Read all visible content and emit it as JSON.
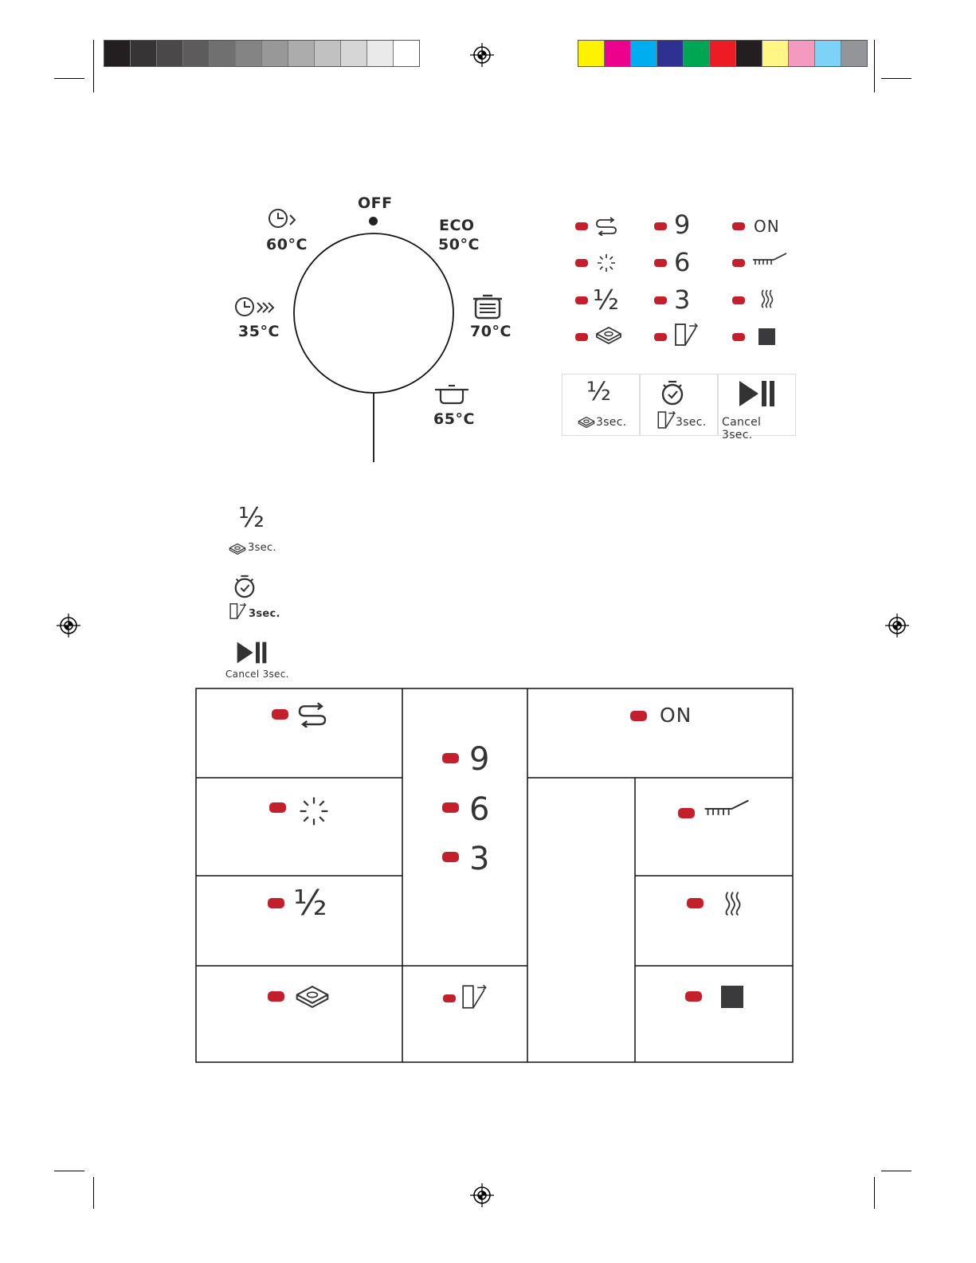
{
  "colors": {
    "led": "#c4202c",
    "ink": "#2b2b2b",
    "grayscale": [
      "#231f20",
      "#363435",
      "#4a4849",
      "#5d5b5c",
      "#717071",
      "#858485",
      "#999899",
      "#adacad",
      "#c1c1c1",
      "#d6d6d6",
      "#eaeaea",
      "#ffffff"
    ],
    "process": [
      "#fff200",
      "#ec008c",
      "#00aeef",
      "#2e3192",
      "#00a651",
      "#ed1c24",
      "#231f20",
      "#fff685",
      "#f49ac1",
      "#7dd3f7",
      "#939598"
    ]
  },
  "dial": {
    "off": "OFF",
    "eco": "ECO",
    "eco_temp": "50°C",
    "prog60_temp": "60°C",
    "prog35_temp": "35°C",
    "intensive_temp": "70°C",
    "normal_temp": "65°C"
  },
  "indicators": {
    "time9": "9",
    "time6": "6",
    "time3": "3",
    "on": "ON",
    "half": "½"
  },
  "buttons": {
    "b1_top": "½",
    "b1_bottom": "3sec.",
    "b2_bottom": "3sec.",
    "b3_bottom": "Cancel 3sec."
  },
  "legend": {
    "l1_top": "½",
    "l1_bottom": "3sec.",
    "l2_bottom": "3sec.",
    "l3_bottom": "Cancel 3sec."
  },
  "table": {
    "time9": "9",
    "time6": "6",
    "time3": "3",
    "on": "ON",
    "half": "½"
  }
}
